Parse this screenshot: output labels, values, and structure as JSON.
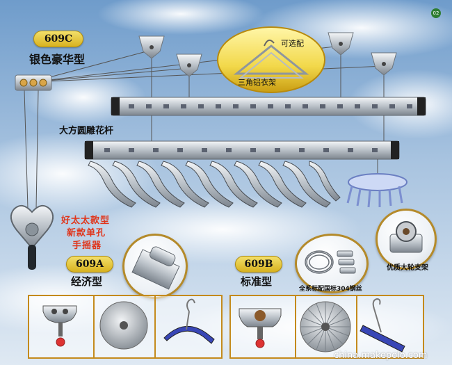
{
  "page_number": "02",
  "models": {
    "c": {
      "code": "609C",
      "name": "银色豪华型"
    },
    "a": {
      "code": "609A",
      "name": "经济型"
    },
    "b": {
      "code": "609B",
      "name": "标准型"
    }
  },
  "labels": {
    "optional": "可选配",
    "hanger": "三角铝衣架",
    "rod": "大方圆雕花杆",
    "crank_line1": "好太太款型",
    "crank_line2": "新款单孔",
    "crank_line3": "手摇器",
    "wire": "全系标配国标304钢丝",
    "wheel": "优质大轮支架"
  },
  "watermark": "china.makepolo.com"
}
